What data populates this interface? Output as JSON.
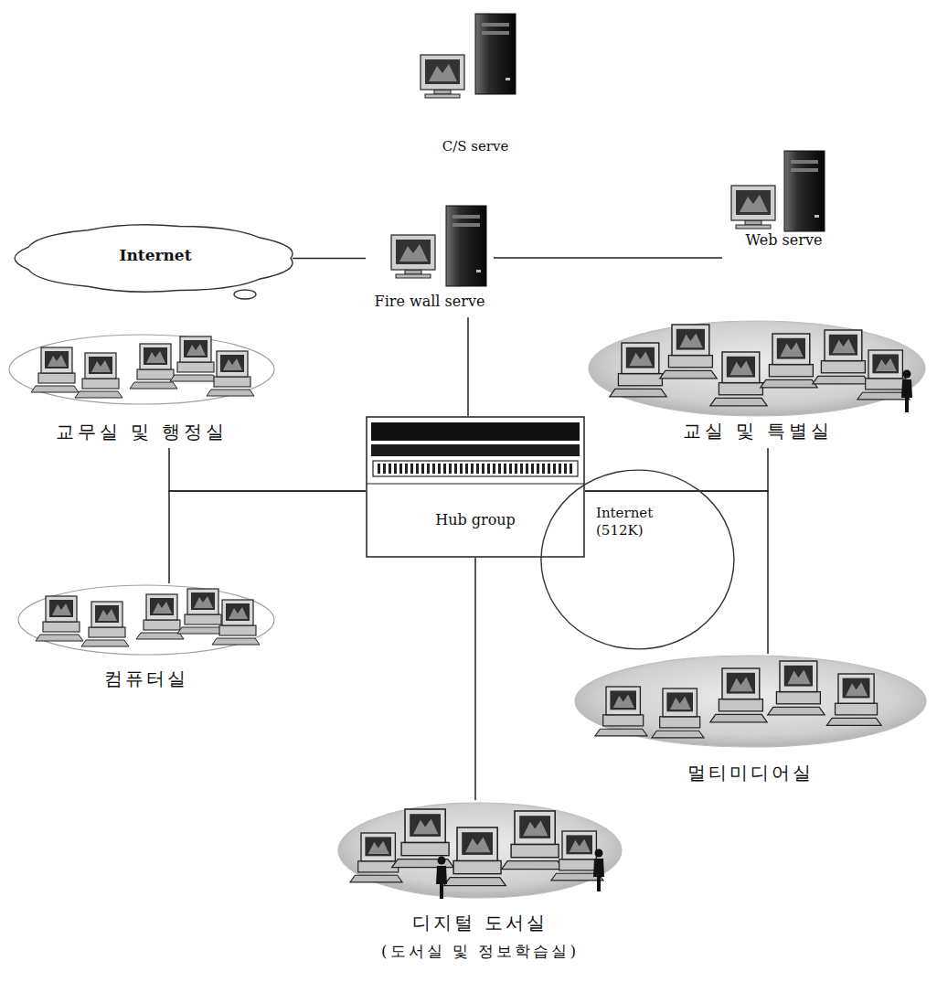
{
  "diagram": {
    "nodes": [
      {
        "text": [
          "C/S serve"
        ]
      },
      {
        "text": [
          "Internet"
        ]
      },
      {
        "text": [
          "Fire wall serve"
        ]
      },
      {
        "text": [
          "Web serve"
        ]
      },
      {
        "text": [
          "교무실 및 행정실"
        ]
      },
      {
        "text": [
          "교실 및 특별실"
        ]
      },
      {
        "text": [
          "Hub group"
        ]
      },
      {
        "text": [
          "Internet (512K)"
        ]
      },
      {
        "text": [
          "컴퓨터실"
        ]
      },
      {
        "text": [
          "멀티미디어실"
        ]
      },
      {
        "text": [
          "디지털 도서실",
          "(도서실 및 정보학습실)"
        ]
      }
    ],
    "edges": [
      {
        "from": 1,
        "to": 2,
        "arrow": "none"
      },
      {
        "from": 2,
        "to": 3,
        "arrow": "none"
      },
      {
        "from": 2,
        "to": 6,
        "arrow": "none"
      },
      {
        "from": 6,
        "to": 4,
        "arrow": "none"
      },
      {
        "from": 6,
        "to": 8,
        "arrow": "none"
      },
      {
        "from": 6,
        "to": 5,
        "arrow": "none"
      },
      {
        "from": 6,
        "to": 9,
        "arrow": "none"
      },
      {
        "from": 6,
        "to": 10,
        "arrow": "none"
      }
    ]
  }
}
